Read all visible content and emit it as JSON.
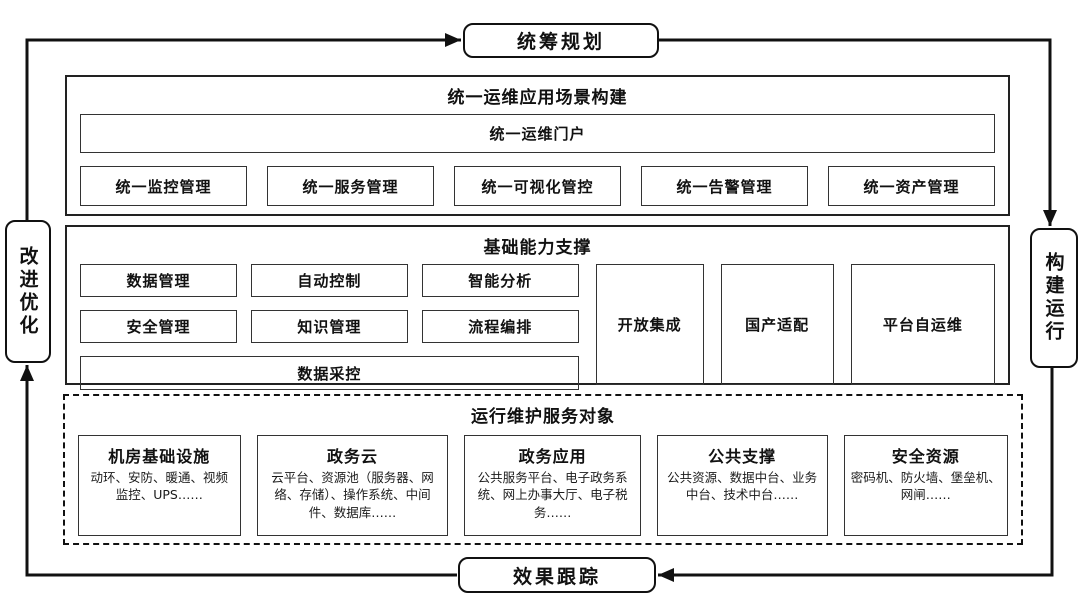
{
  "cycle": {
    "top": "统筹规划",
    "right": "构建运行",
    "bottom": "效果跟踪",
    "left": "改进优化"
  },
  "sections": {
    "scenario": {
      "title": "统一运维应用场景构建",
      "portal": "统一运维门户",
      "items": [
        "统一监控管理",
        "统一服务管理",
        "统一可视化管控",
        "统一告警管理",
        "统一资产管理"
      ]
    },
    "capability": {
      "title": "基础能力支撑",
      "grid": [
        "数据管理",
        "自动控制",
        "智能分析",
        "安全管理",
        "知识管理",
        "流程编排"
      ],
      "wide": "数据采控",
      "pillars": [
        "开放集成",
        "国产适配",
        "平台自运维"
      ]
    },
    "targets": {
      "title": "运行维护服务对象",
      "items": [
        {
          "title": "机房基础设施",
          "desc": "动环、安防、暖通、视频监控、UPS……"
        },
        {
          "title": "政务云",
          "desc": "云平台、资源池（服务器、网络、存储）、操作系统、中间件、数据库……"
        },
        {
          "title": "政务应用",
          "desc": "公共服务平台、电子政务系统、网上办事大厅、电子税务……"
        },
        {
          "title": "公共支撑",
          "desc": "公共资源、数据中台、业务中台、技术中台……"
        },
        {
          "title": "安全资源",
          "desc": "密码机、防火墙、堡垒机、网闸……"
        }
      ]
    }
  },
  "colors": {
    "line": "#111111",
    "border": "#222222",
    "background": "#ffffff",
    "text": "#111111"
  }
}
